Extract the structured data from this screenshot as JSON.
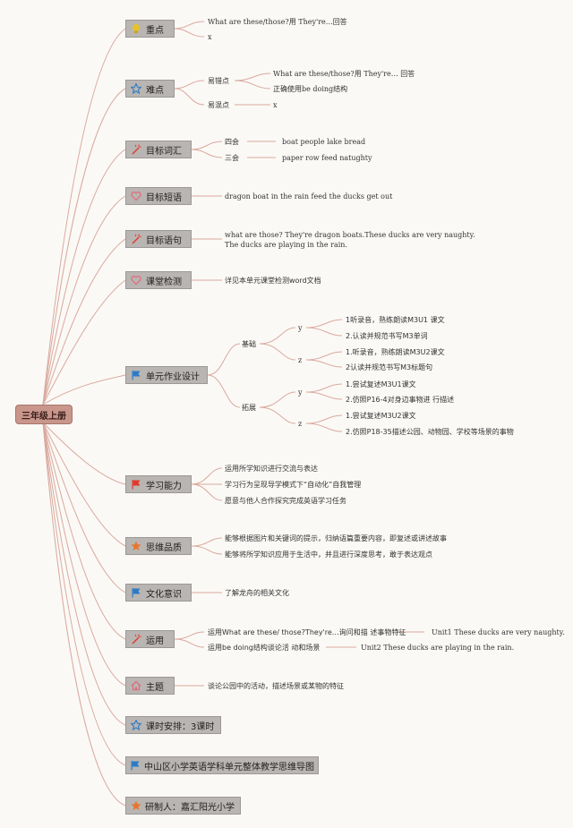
{
  "root": "三年级上册",
  "colors": {
    "line": "#d9a99e",
    "node_bg": "#b9b5b2",
    "root_bg": "#c9968c",
    "blue_icon": "#2b7bc7",
    "red_icon": "#e03a2c",
    "orange_icon": "#e8752e",
    "yellow_icon": "#e8c22a",
    "pink_icon": "#e06a7a"
  },
  "branches": [
    {
      "label": "重点",
      "icon": "bulb-icon",
      "items": [
        "What are these/those?用 They're…回答",
        "x"
      ]
    },
    {
      "label": "难点",
      "icon": "star-icon",
      "易错点": "易错点",
      "易错_items": [
        "What are these/those?用 They're… 回答",
        "正确使用be doing结构"
      ],
      "易混点": "易混点",
      "易混_items": [
        "x"
      ]
    },
    {
      "label": "目标词汇",
      "icon": "wand-icon",
      "rows": [
        {
          "k": "四会",
          "v": "boat people lake bread"
        },
        {
          "k": "三会",
          "v": "paper row feed natughty"
        }
      ]
    },
    {
      "label": "目标短语",
      "icon": "heart-icon",
      "items": [
        "dragon boat in the rain feed the ducks get out"
      ]
    },
    {
      "label": "目标语句",
      "icon": "wand-icon",
      "items": [
        "what are those? They're dragon boats.These ducks are very naughty. The ducks are playing in the rain."
      ]
    },
    {
      "label": "课堂检测",
      "icon": "heart-icon",
      "items": [
        "详见本单元课堂检测word文档"
      ]
    },
    {
      "label": "单元作业设计",
      "icon": "flag-icon",
      "jichu": {
        "label": "基础",
        "y": "y",
        "z": "z",
        "y_items": [
          "1听录音，熟练朗读M3U1 课文",
          "2.认读并规范书写M3单词"
        ],
        "z_items": [
          "1.听录音，熟练朗读M3U2课文",
          "2认读并规范书写M3标题句"
        ]
      },
      "tuozhan": {
        "label": "拓展",
        "y": "y",
        "z": "z",
        "y_items": [
          "1.尝试复述M3U1课文",
          "2.仿照P16-4对身边事物进 行描述"
        ],
        "z_items": [
          "1.尝试复述M3U2课文",
          "2.仿照P18-35描述公园、动物园、学校等场景的事物"
        ]
      }
    },
    {
      "label": "学习能力",
      "icon": "flag-icon",
      "items": [
        "运用所学知识进行交流与表达",
        "学习行为呈现导学模式下“自动化”自我管理",
        "愿意与他人合作探究完成英语学习任务"
      ]
    },
    {
      "label": "思维品质",
      "icon": "star-icon",
      "items": [
        "能够根据图片和关键词的提示，归纳语篇重要内容，即复述或讲述故事",
        "能够将所学知识应用于生活中，并且进行深度思考，敢于表达观点"
      ]
    },
    {
      "label": "文化意识",
      "icon": "flag-icon",
      "items": [
        "了解龙舟的相关文化"
      ]
    },
    {
      "label": "运用",
      "icon": "wand-icon",
      "rows": [
        {
          "k": "运用What are these/ those?They're…询问和描 述事物特征",
          "v": "Unit1 These ducks are very naughty."
        },
        {
          "k": "运用be doing结构谈论活 动和场景",
          "v": "Unit2 These ducks are playing in the rain."
        }
      ]
    },
    {
      "label": "主题",
      "icon": "home-icon",
      "items": [
        "谈论公园中的活动，描述场景或某物的特征"
      ]
    },
    {
      "label": "课时安排：3课时",
      "icon": "star-icon"
    },
    {
      "label": "中山区小学英语学科单元整体教学思维导图",
      "icon": "flag-icon"
    },
    {
      "label": "研制人：嘉汇阳光小学",
      "icon": "star-icon"
    }
  ]
}
